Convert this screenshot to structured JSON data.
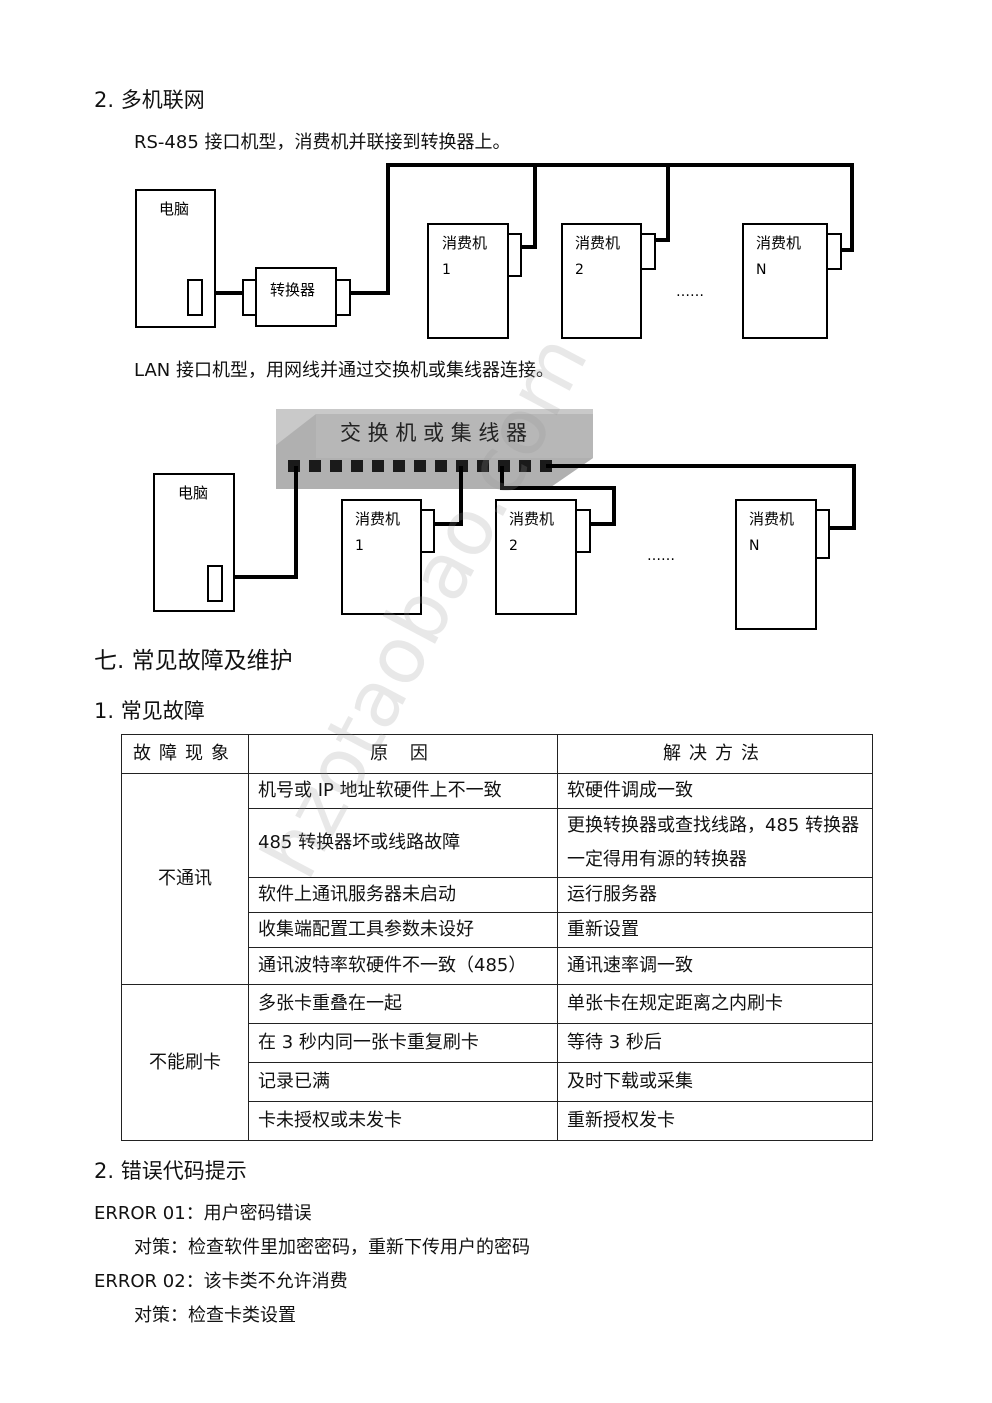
{
  "section_multi": {
    "heading": "2.  多机联网",
    "rs485_text": "RS-485 接口机型，消费机并联接到转换器上。",
    "lan_text": "LAN 接口机型，用网线并通过交换机或集线器连接。"
  },
  "diagram1": {
    "pc_label": "电脑",
    "converter_label": "转换器",
    "machines": [
      {
        "label": "消费机",
        "num": "1"
      },
      {
        "label": "消费机",
        "num": "2"
      },
      {
        "label": "消费机",
        "num": "N"
      }
    ],
    "ellipsis": "……"
  },
  "diagram2": {
    "switch_label": "交 换 机 或 集 线 器",
    "pc_label": "电脑",
    "machines": [
      {
        "label": "消费机",
        "num": "1"
      },
      {
        "label": "消费机",
        "num": "2"
      },
      {
        "label": "消费机",
        "num": "N"
      }
    ],
    "ellipsis": "……"
  },
  "section7": {
    "heading": "七.  常见故障及维护",
    "sub1": "1.  常见故障",
    "table": {
      "headers": [
        "故障现象",
        "原  因",
        "解决方法"
      ],
      "groups": [
        {
          "category": "不通讯",
          "rows": [
            {
              "cause": "机号或 IP 地址软硬件上不一致",
              "fix": "软硬件调成一致"
            },
            {
              "cause": "485 转换器坏或线路故障",
              "fix": "更换转换器或查找线路，485 转换器一定得用有源的转换器"
            },
            {
              "cause": "软件上通讯服务器未启动",
              "fix": "运行服务器"
            },
            {
              "cause": "收集端配置工具参数未设好",
              "fix": "重新设置"
            },
            {
              "cause": "通讯波特率软硬件不一致（485）",
              "fix": "通讯速率调一致"
            }
          ]
        },
        {
          "category": "不能刷卡",
          "rows": [
            {
              "cause": "多张卡重叠在一起",
              "fix": "单张卡在规定距离之内刷卡"
            },
            {
              "cause": "在 3 秒内同一张卡重复刷卡",
              "fix": "等待 3 秒后"
            },
            {
              "cause": "记录已满",
              "fix": "及时下载或采集"
            },
            {
              "cause": "卡未授权或未发卡",
              "fix": "重新授权发卡"
            }
          ]
        }
      ]
    },
    "sub2": "2.  错误代码提示",
    "errors": [
      {
        "code": "ERROR 01：用户密码错误",
        "solution": "对策：检查软件里加密密码，重新下传用户的密码"
      },
      {
        "code": "ERROR 02：该卡类不允许消费",
        "solution": "对策：检查卡类设置"
      }
    ]
  },
  "watermark": "hzotaobao.com"
}
